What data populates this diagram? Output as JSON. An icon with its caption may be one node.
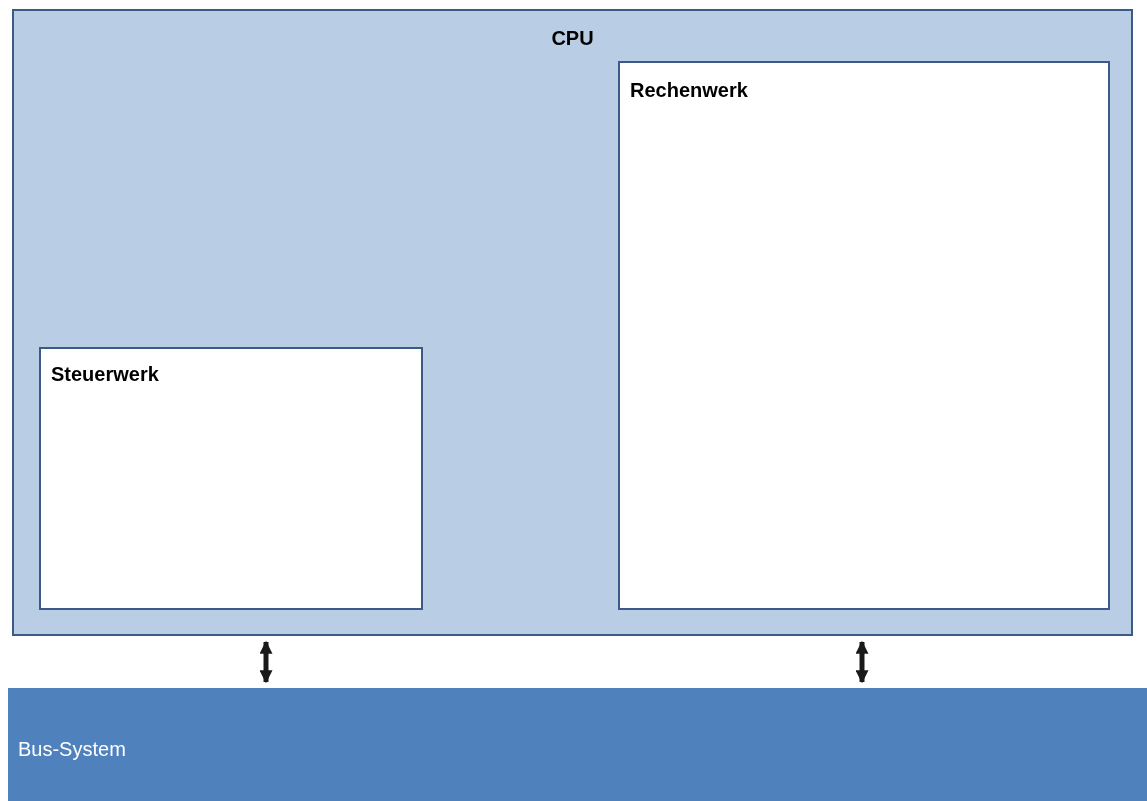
{
  "diagram": {
    "nodes": [
      {
        "text": [
          "CPU"
        ]
      },
      {
        "text": [
          "Rechenwerk"
        ],
        "in": 0
      },
      {
        "text": [
          "Steuerwerk"
        ],
        "in": 0
      },
      {
        "text": [
          "Bus-System"
        ]
      }
    ],
    "edges": [
      {
        "from": 0,
        "to": 3,
        "arrow": "both"
      },
      {
        "from": 0,
        "to": 3,
        "arrow": "both"
      }
    ]
  }
}
